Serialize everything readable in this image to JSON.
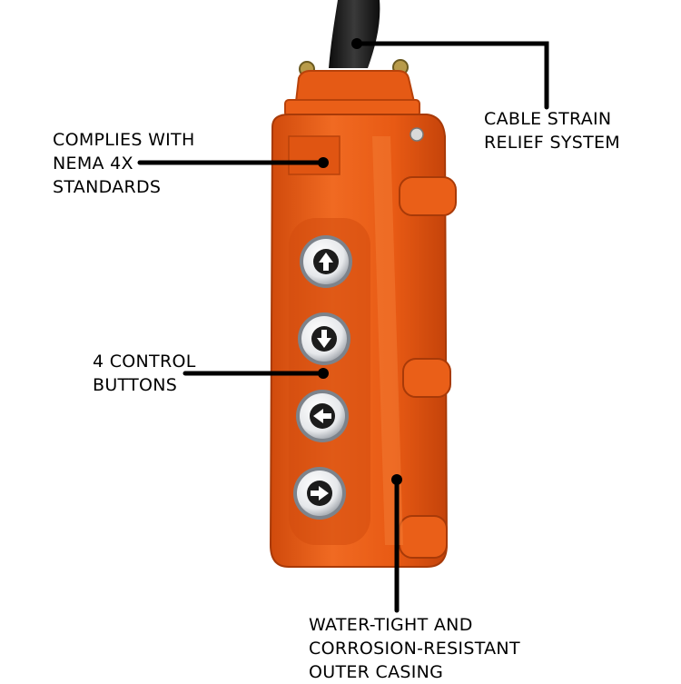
{
  "colors": {
    "housing": "#ea5a12",
    "housing_dark": "#c9460a",
    "housing_light": "#f27a33",
    "cable": "#1a1a1a",
    "leader": "#000000",
    "button_ring": "#c9ccd1"
  },
  "callouts": {
    "nema": {
      "lines": [
        "COMPLIES WITH",
        "NEMA 4X",
        "STANDARDS"
      ]
    },
    "cable": {
      "lines": [
        "CABLE STRAIN",
        "RELIEF SYSTEM"
      ]
    },
    "buttons": {
      "lines": [
        "4 CONTROL",
        "BUTTONS"
      ]
    },
    "casing": {
      "lines": [
        "WATER-TIGHT AND",
        "CORROSION-RESISTANT",
        "OUTER CASING"
      ]
    }
  },
  "buttons": [
    {
      "icon": "arrow-up-icon"
    },
    {
      "icon": "arrow-down-icon"
    },
    {
      "icon": "arrow-left-icon"
    },
    {
      "icon": "arrow-right-icon"
    }
  ]
}
